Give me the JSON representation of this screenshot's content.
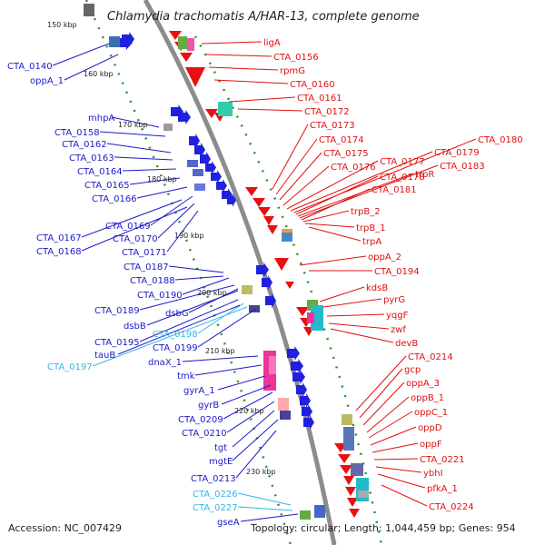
{
  "title": "Chlamydia trachomatis A/HAR-13, complete genome",
  "footer": {
    "accession": "Accession: NC_007429",
    "stats": "Topology: circular; Length: 1,044,459 bp; Genes: 954"
  },
  "colors": {
    "left_label": "#1a1ac8",
    "right_label": "#e01010",
    "cyan_label": "#33b5e5",
    "backbone": "#8c8c8c",
    "tick": "#2f8f2f",
    "forward_gene": "#2020e0",
    "reverse_gene": "#e81010"
  },
  "kbp_marks": [
    "150 kbp",
    "160 kbp",
    "170 kbp",
    "180 kbp",
    "190 kbp",
    "200 kbp",
    "210 kbp",
    "220 kbp",
    "230 kbp"
  ],
  "left_labels": [
    {
      "text": "CTA_0140",
      "color": "blue"
    },
    {
      "text": "oppA_1",
      "color": "blue"
    },
    {
      "text": "mhpA",
      "color": "blue"
    },
    {
      "text": "CTA_0158",
      "color": "blue"
    },
    {
      "text": "CTA_0162",
      "color": "blue"
    },
    {
      "text": "CTA_0163",
      "color": "blue"
    },
    {
      "text": "CTA_0164",
      "color": "blue"
    },
    {
      "text": "CTA_0165",
      "color": "blue"
    },
    {
      "text": "CTA_0166",
      "color": "blue"
    },
    {
      "text": "CTA_0169",
      "color": "blue"
    },
    {
      "text": "CTA_0167",
      "color": "blue"
    },
    {
      "text": "CTA_0170",
      "color": "blue"
    },
    {
      "text": "CTA_0168",
      "color": "blue"
    },
    {
      "text": "CTA_0171",
      "color": "blue"
    },
    {
      "text": "CTA_0187",
      "color": "blue"
    },
    {
      "text": "CTA_0188",
      "color": "blue"
    },
    {
      "text": "CTA_0190",
      "color": "blue"
    },
    {
      "text": "CTA_0189",
      "color": "blue"
    },
    {
      "text": "dsbG",
      "color": "blue"
    },
    {
      "text": "dsbB",
      "color": "blue"
    },
    {
      "text": "CTA_0198",
      "color": "cyan"
    },
    {
      "text": "CTA_0195",
      "color": "blue"
    },
    {
      "text": "CTA_0199",
      "color": "blue"
    },
    {
      "text": "tauB",
      "color": "blue"
    },
    {
      "text": "CTA_0197",
      "color": "cyan"
    },
    {
      "text": "dnaX_1",
      "color": "blue"
    },
    {
      "text": "tmk",
      "color": "blue"
    },
    {
      "text": "gyrA_1",
      "color": "blue"
    },
    {
      "text": "gyrB",
      "color": "blue"
    },
    {
      "text": "CTA_0209",
      "color": "blue"
    },
    {
      "text": "CTA_0210",
      "color": "blue"
    },
    {
      "text": "tgt",
      "color": "blue"
    },
    {
      "text": "mgtE",
      "color": "blue"
    },
    {
      "text": "CTA_0213",
      "color": "blue"
    },
    {
      "text": "CTA_0226",
      "color": "cyan"
    },
    {
      "text": "CTA_0227",
      "color": "cyan"
    },
    {
      "text": "gseA",
      "color": "blue"
    }
  ],
  "right_labels": [
    "ligA",
    "CTA_0156",
    "rpmG",
    "CTA_0160",
    "CTA_0161",
    "CTA_0172",
    "CTA_0173",
    "CTA_0174",
    "CTA_0175",
    "CTA_0176",
    "CTA_0177",
    "CTA_0179",
    "CTA_0180",
    "CTA_0178",
    "trpR",
    "CTA_0183",
    "CTA_0181",
    "trpB_2",
    "trpB_1",
    "trpA",
    "oppA_2",
    "CTA_0194",
    "kdsB",
    "pyrG",
    "yqgF",
    "zwf",
    "devB",
    "CTA_0214",
    "gcp",
    "oppA_3",
    "oppB_1",
    "oppC_1",
    "oppD",
    "oppF",
    "CTA_0221",
    "ybhI",
    "pfkA_1",
    "CTA_0224"
  ]
}
